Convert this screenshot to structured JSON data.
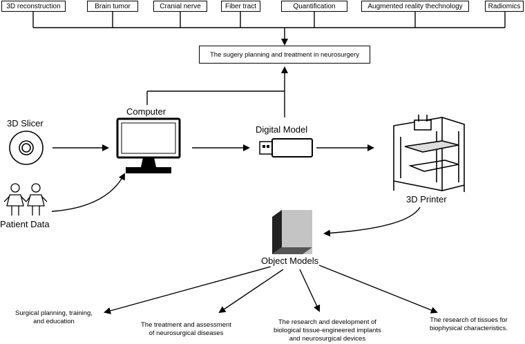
{
  "topics": [
    "3D reconstruction",
    "Brain tumor",
    "Cranial nerve",
    "Fiber tract",
    "Quantification",
    "Augmented reality thechnology",
    "Radiomics"
  ],
  "planning_box": "The sugery planning and treatment in neurosurgery",
  "nodes": {
    "slicer": "3D Slicer",
    "patient": "Patient Data",
    "computer": "Computer",
    "digital_model": "Digital Model",
    "printer": "3D Printer",
    "object_models": "Object Models"
  },
  "outcomes": [
    [
      "Surgical planning, training,",
      "and education"
    ],
    [
      "The treatment and assessment",
      "of neurosurgical diseases"
    ],
    [
      "The research and development of",
      "biological tissue-engineered implants",
      "and neurosurgical devices"
    ],
    [
      "The research of tissues for",
      "biophysical characteristics."
    ]
  ]
}
